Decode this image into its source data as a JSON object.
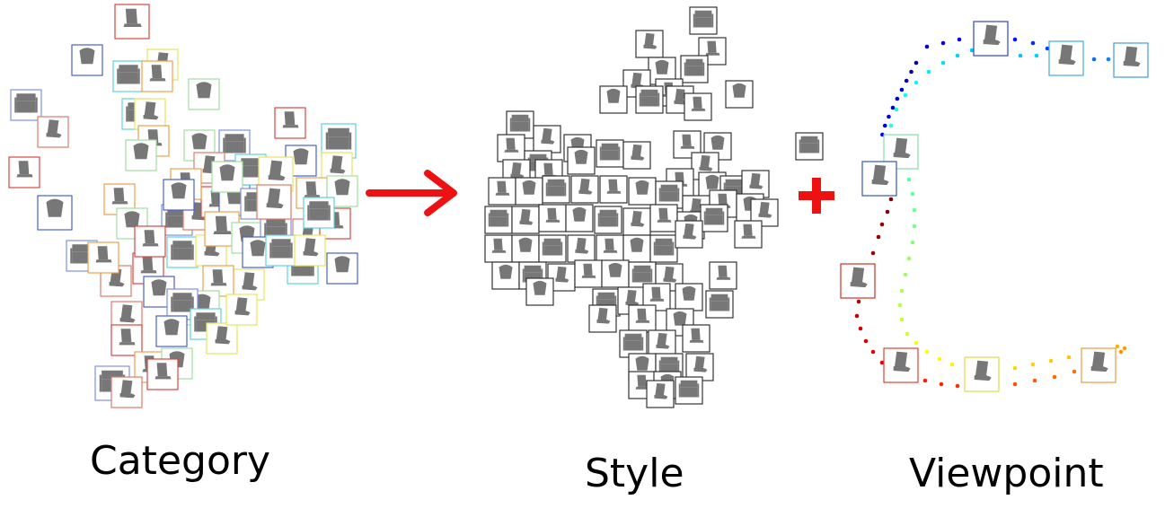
{
  "labels": {
    "category": "Category",
    "style": "Style",
    "viewpoint": "Viewpoint"
  },
  "colors": {
    "arrow": "#ee1111",
    "plus": "#ee1111",
    "thumb_dark_frame": "#333333",
    "category_frame_palette": [
      "#d9453b",
      "#4b5fd1",
      "#5fd0e0",
      "#e8e45a",
      "#f0a04a",
      "#9fe0a0",
      "#7b8fe8",
      "#e07a6a"
    ],
    "viewpoint_colormap": "jet"
  },
  "icons": {
    "arrow": "right-arrow-icon",
    "plus": "plus-icon",
    "thumbnail": "chair-thumbnail-icon"
  }
}
